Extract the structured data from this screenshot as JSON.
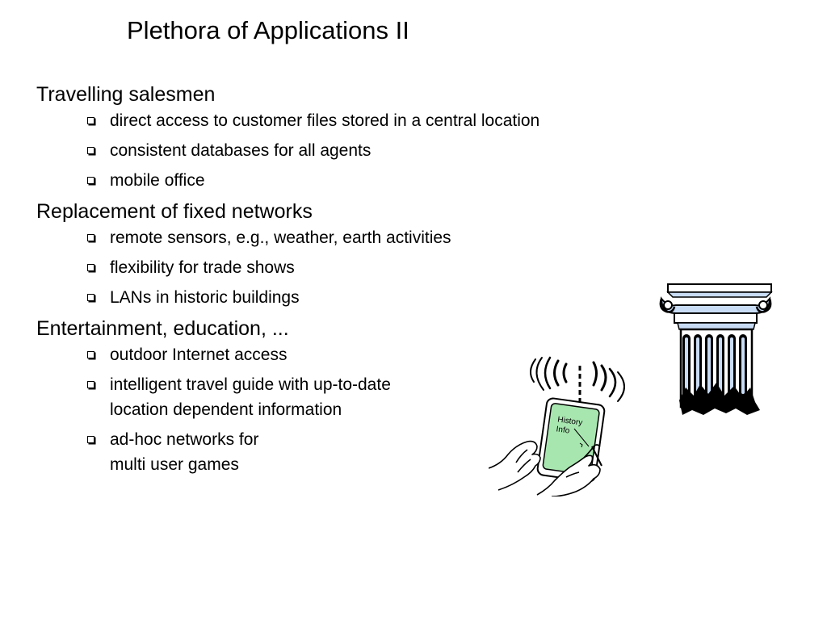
{
  "slide": {
    "title": "Plethora of Applications II"
  },
  "sections": [
    {
      "heading": "Travelling salesmen",
      "bullets": [
        "direct access to customer files stored in a central location",
        "consistent databases for all agents",
        "mobile office"
      ]
    },
    {
      "heading": "Replacement of fixed networks",
      "bullets": [
        "remote sensors, e.g., weather, earth activities",
        "flexibility for trade shows",
        "LANs in historic buildings"
      ]
    },
    {
      "heading": "Entertainment, education, ...",
      "bullets": [
        "outdoor Internet access",
        "intelligent travel guide with up-to-date\nlocation dependent information",
        "ad-hoc networks for\nmulti user games"
      ]
    }
  ],
  "illustrations": {
    "pda_screen_line1": "History",
    "pda_screen_line2": "Info",
    "pda_screen_color": "#a8e6b0",
    "column_color": "#c9dcf5"
  }
}
